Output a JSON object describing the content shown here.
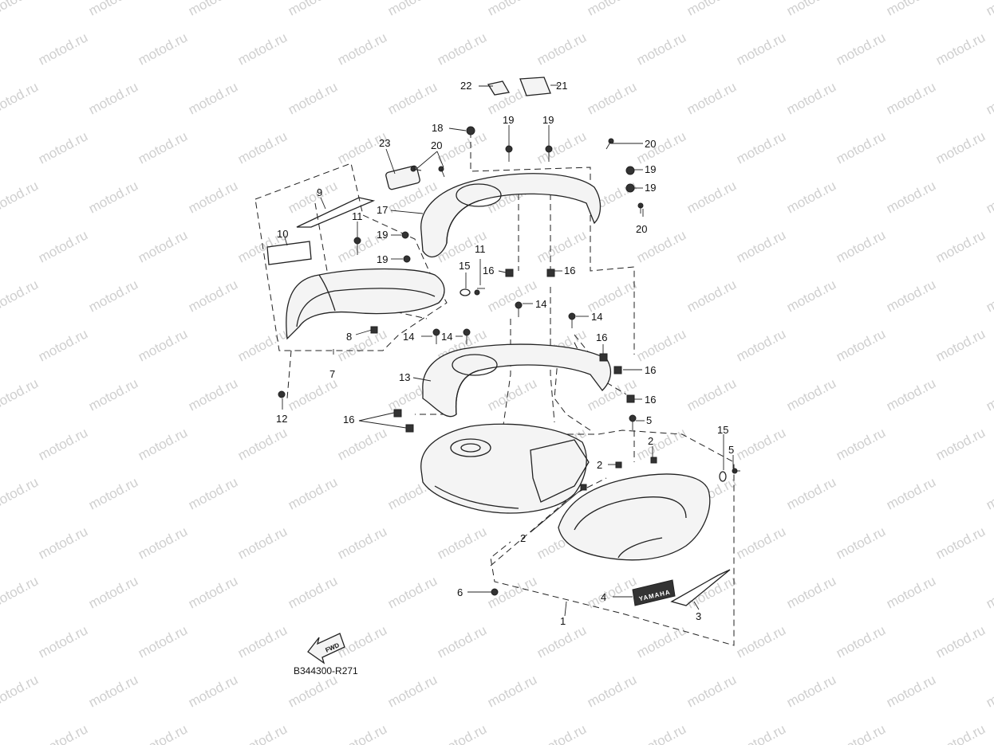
{
  "watermark": "motod.ru",
  "reference_code": "B344300-R271",
  "fwd_label": "FWD",
  "logo_text": "YAMAHA",
  "callouts": [
    "22",
    "21",
    "18",
    "19",
    "19",
    "23",
    "20",
    "20",
    "9",
    "19",
    "19",
    "17",
    "11",
    "19",
    "20",
    "10",
    "19",
    "11",
    "15",
    "16",
    "16",
    "14",
    "14",
    "8",
    "14",
    "14",
    "16",
    "7",
    "16",
    "13",
    "16",
    "12",
    "16",
    "5",
    "2",
    "15",
    "5",
    "2",
    "2",
    "6",
    "4",
    "3",
    "1"
  ]
}
